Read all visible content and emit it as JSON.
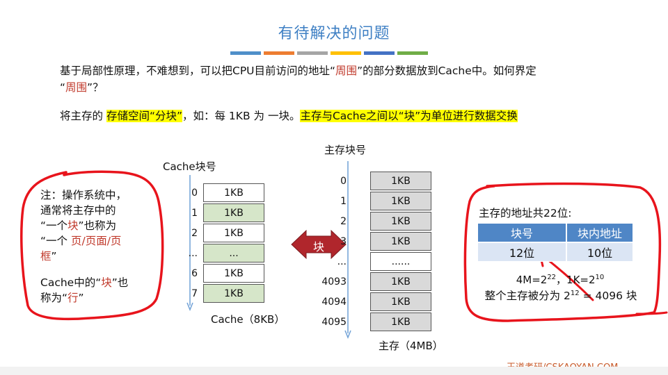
{
  "title": "有待解决的问题",
  "color_bar": [
    "#4f8fc9",
    "#ed7d31",
    "#a5a5a5",
    "#ffc000",
    "#4472c4",
    "#70ad47"
  ],
  "para1": {
    "line1_pre": "基于局部性原理，不难想到，可以把CPU目前访问的地址“",
    "line1_red": "周围",
    "line1_post": "”的部分数据放到Cache中。如何界定",
    "line2_pre": "“",
    "line2_red": "周围",
    "line2_post": "”？"
  },
  "para2": {
    "pre": "将主存的 ",
    "hl1": "存储空间“分块”",
    "mid": "，如：每 1KB 为 一块。",
    "hl2": "主存与Cache之间以“块”为单位进行数据交换"
  },
  "cache": {
    "heading": "Cache块号",
    "rows": [
      {
        "num": "0",
        "val": "1KB"
      },
      {
        "num": "1",
        "val": "1KB"
      },
      {
        "num": "2",
        "val": "1KB"
      },
      {
        "num": "...",
        "val": "..."
      },
      {
        "num": "6",
        "val": "1KB"
      },
      {
        "num": "7",
        "val": "1KB"
      }
    ],
    "caption": "Cache（8KB）"
  },
  "exchange_label": "块",
  "memory": {
    "heading": "主存块号",
    "rows": [
      {
        "num": "0",
        "val": "1KB"
      },
      {
        "num": "1",
        "val": "1KB"
      },
      {
        "num": "2",
        "val": "1KB"
      },
      {
        "num": "3",
        "val": "1KB"
      },
      {
        "num": "...",
        "val": "......"
      },
      {
        "num": "4093",
        "val": "1KB"
      },
      {
        "num": "4094",
        "val": "1KB"
      },
      {
        "num": "4095",
        "val": "1KB"
      }
    ],
    "caption": "主存（4MB）"
  },
  "left_note": {
    "l1": "注：操作系统中，",
    "l2": "通常将主存中的",
    "l3_pre": "“一个",
    "l3_red": "块",
    "l3_post": "”也称为",
    "l4_pre": "“一个 ",
    "l4_red": "页/页面/页",
    "l5_red": "框",
    "l5_post": "”",
    "l6_pre": "Cache中的“",
    "l6_red": "块",
    "l6_post": "”也",
    "l7_pre": "称为“",
    "l7_red": "行",
    "l7_post": "”"
  },
  "address": {
    "heading": "主存的地址共22位:",
    "col1": "块号",
    "col2": "块内地址",
    "val1": "12位",
    "val2": "10位",
    "formula1_a": "4M=2",
    "formula1_a_exp": "22",
    "formula1_b": "，1K=2",
    "formula1_b_exp": "10",
    "formula2_pre": "整个主存被分为 2",
    "formula2_exp": "12",
    "formula2_post": " = 4096 块"
  },
  "watermark": "王道考研/CSKAOYAN.COM"
}
